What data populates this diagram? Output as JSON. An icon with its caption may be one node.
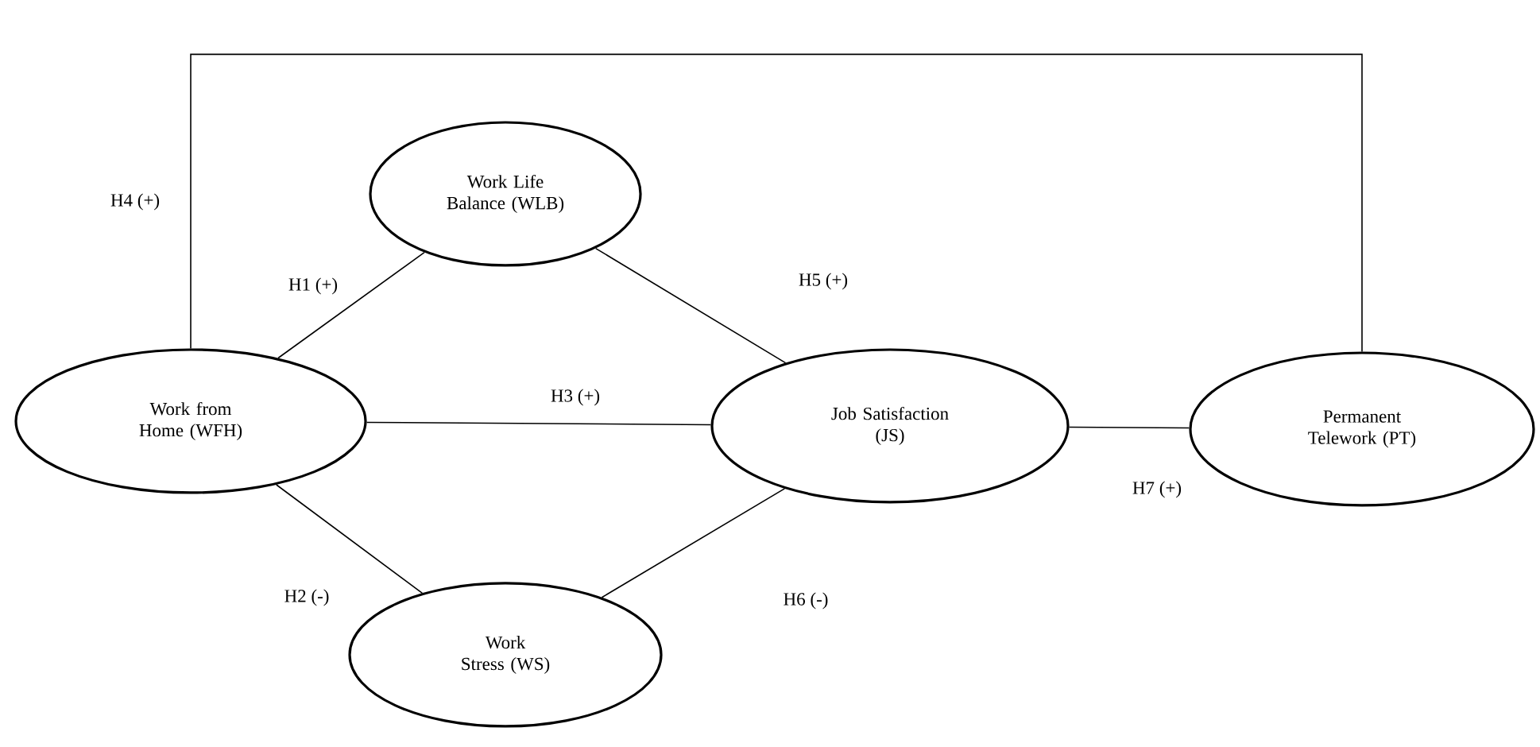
{
  "diagram": {
    "nodes": [
      {
        "text": [
          "Work from Home (WFH)"
        ]
      },
      {
        "text": [
          "Work Life Balance (WLB)"
        ]
      },
      {
        "text": [
          "Job Satisfaction (JS)"
        ]
      },
      {
        "text": [
          "Work Stress (WS)"
        ]
      },
      {
        "text": [
          "Permanent Telework (PT)"
        ]
      }
    ],
    "edges": [
      {
        "from": 0,
        "to": 1,
        "arrow": "none",
        "label": "H1 (+)"
      },
      {
        "from": 0,
        "to": 3,
        "arrow": "none",
        "label": "H2 (-)"
      },
      {
        "from": 0,
        "to": 2,
        "arrow": "none",
        "label": "H3 (+)"
      },
      {
        "from": 0,
        "to": 4,
        "arrow": "none",
        "label": "H4 (+)"
      },
      {
        "from": 1,
        "to": 2,
        "arrow": "none",
        "label": "H5 (+)"
      },
      {
        "from": 2,
        "to": 3,
        "arrow": "none",
        "label": "H6 (-)"
      },
      {
        "from": 2,
        "to": 4,
        "arrow": "none",
        "label": "H7 (+)"
      }
    ]
  }
}
